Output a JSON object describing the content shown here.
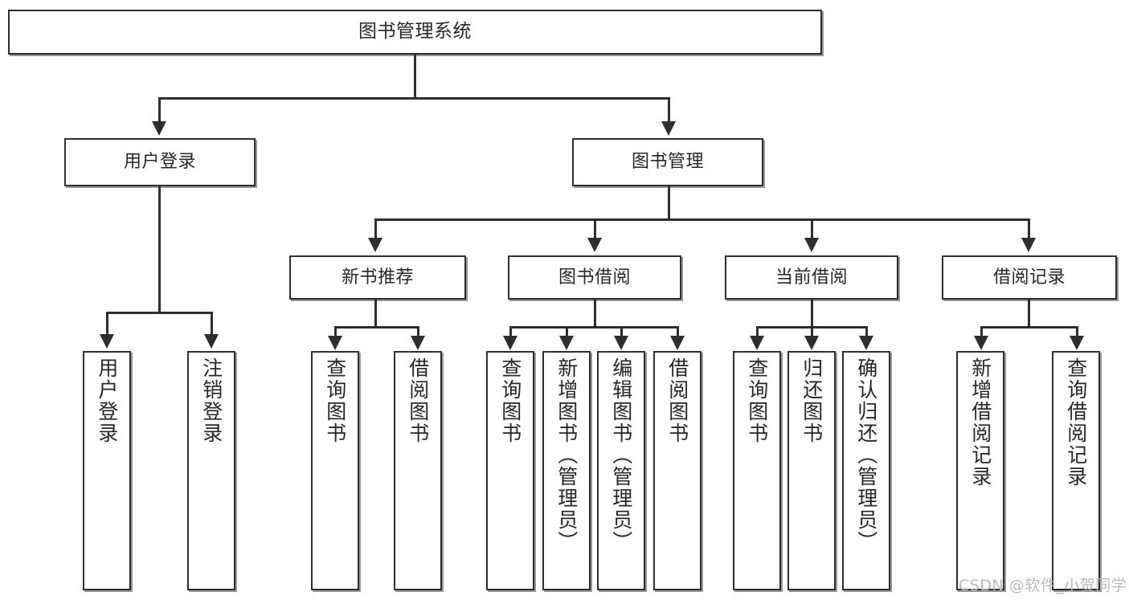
{
  "diagram": {
    "type": "tree",
    "title": "图书管理系统",
    "root": {
      "label": "图书管理系统"
    },
    "level2": [
      {
        "label": "用户登录"
      },
      {
        "label": "图书管理"
      }
    ],
    "level3": [
      {
        "label": "新书推荐"
      },
      {
        "label": "图书借阅"
      },
      {
        "label": "当前借阅"
      },
      {
        "label": "借阅记录"
      }
    ],
    "leaves": {
      "user_login": [
        {
          "label": "用户登录"
        },
        {
          "label": "注销登录"
        }
      ],
      "new_book_recommend": [
        {
          "label": "查询图书"
        },
        {
          "label": "借阅图书"
        }
      ],
      "book_borrow": [
        {
          "label": "查询图书"
        },
        {
          "label": "新增图书（管理员）"
        },
        {
          "label": "编辑图书（管理员）"
        },
        {
          "label": "借阅图书"
        }
      ],
      "current_borrow": [
        {
          "label": "查询图书"
        },
        {
          "label": "归还图书"
        },
        {
          "label": "确认归还（管理员）"
        }
      ],
      "borrow_record": [
        {
          "label": "新增借阅记录"
        },
        {
          "label": "查询借阅记录"
        }
      ]
    }
  },
  "watermark": {
    "text": "CSDN @软件_小贺同学"
  },
  "colors": {
    "stroke": "#2e2e2e",
    "text": "#262626",
    "background": "#ffffff",
    "watermark": "#b9b9b9"
  }
}
